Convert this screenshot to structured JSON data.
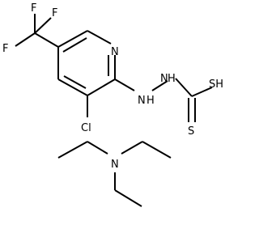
{
  "structure": {
    "atoms": {
      "f1": "F",
      "f2": "F",
      "f3": "F",
      "n_ring": "N",
      "n_hydrazine_1": "N",
      "h_hydrazine_1": "H",
      "n_hydrazine_2": "N",
      "h_hydrazine_2": "H",
      "s_thiol": "SH",
      "s_thione": "S",
      "cl": "Cl",
      "n_amine": "N"
    }
  }
}
